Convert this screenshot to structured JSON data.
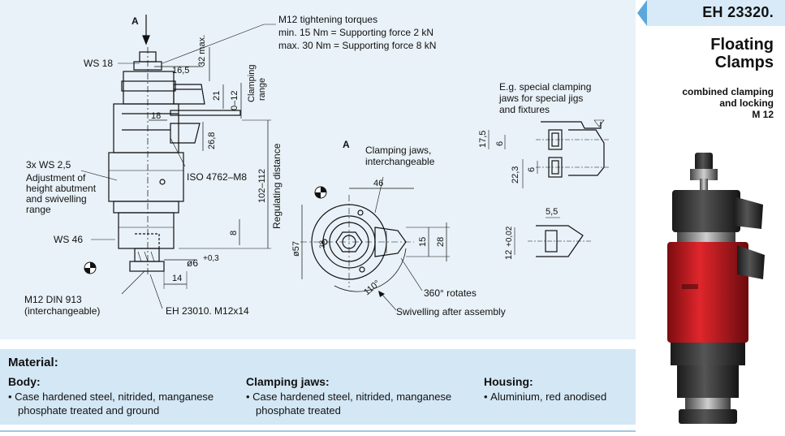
{
  "header": {
    "code": "EH 23320."
  },
  "product": {
    "title_line1": "Floating",
    "title_line2": "Clamps",
    "sub_line1": "combined clamping",
    "sub_line2": "and locking",
    "sub_line3": "M 12"
  },
  "drawing": {
    "view_a_top": "A",
    "view_a_side": "A",
    "torque_title": "M12 tightening torques",
    "torque_min": "min. 15 Nm = Supporting force 2 kN",
    "torque_max": "max. 30 Nm = Supporting force 8 kN",
    "ws18": "WS 18",
    "dim_16_5": "16,5",
    "dim_32_max": "32 max.",
    "dim_21": "21",
    "dim_0_12": "0–12",
    "clamping_range_1": "Clamping",
    "clamping_range_2": "range",
    "dim_18": "18",
    "dim_26_8": "26,8",
    "iso": "ISO 4762–M8",
    "ws25": "3x WS 2,5",
    "adjust_1": "Adjustment of",
    "adjust_2": "height abutment",
    "adjust_3": "and swivelling",
    "adjust_4": "range",
    "dim_102_112": "102–112",
    "regulating": "Regulating distance",
    "dim_8": "8",
    "ws46": "WS 46",
    "dim_d6": "ø6",
    "dim_d6_tol": "+0,3",
    "dim_14": "14",
    "m12din_1": "M12 DIN 913",
    "m12din_2": "(interchangeable)",
    "eh23010": "EH 23010. M12x14",
    "jaws_1": "Clamping jaws,",
    "jaws_2": "interchangeable",
    "dim_46": "46",
    "dim_d57": "ø57",
    "dim_15": "15",
    "dim_28": "28",
    "dim_38": "38",
    "dim_110": "110°",
    "rotates": "360° rotates",
    "swivel": "Swivelling after assembly",
    "eg_1": "E.g. special clamping",
    "eg_2": "jaws for special jigs",
    "eg_3": "and fixtures",
    "dim_17_5": "17,5",
    "dim_6a": "6",
    "dim_22_3": "22,3",
    "dim_6b": "6",
    "dim_5_5": "5,5",
    "dim_12": "12",
    "dim_12_tol": "+0,02"
  },
  "material": {
    "title": "Material:",
    "body_head": "Body:",
    "body_text": "Case hardened steel, nitrided, manganese phosphate treated and ground",
    "jaws_head": "Clamping jaws:",
    "jaws_text": "Case hardened steel, nitrided, manganese phosphate treated",
    "housing_head": "Housing:",
    "housing_text": "Aluminium, red anodised"
  },
  "colors": {
    "drawing_bg": "#e9f2f8",
    "material_bg": "#d3e7f5",
    "accent_arrow": "#5aa8dc",
    "housing_red": "#d42027"
  }
}
